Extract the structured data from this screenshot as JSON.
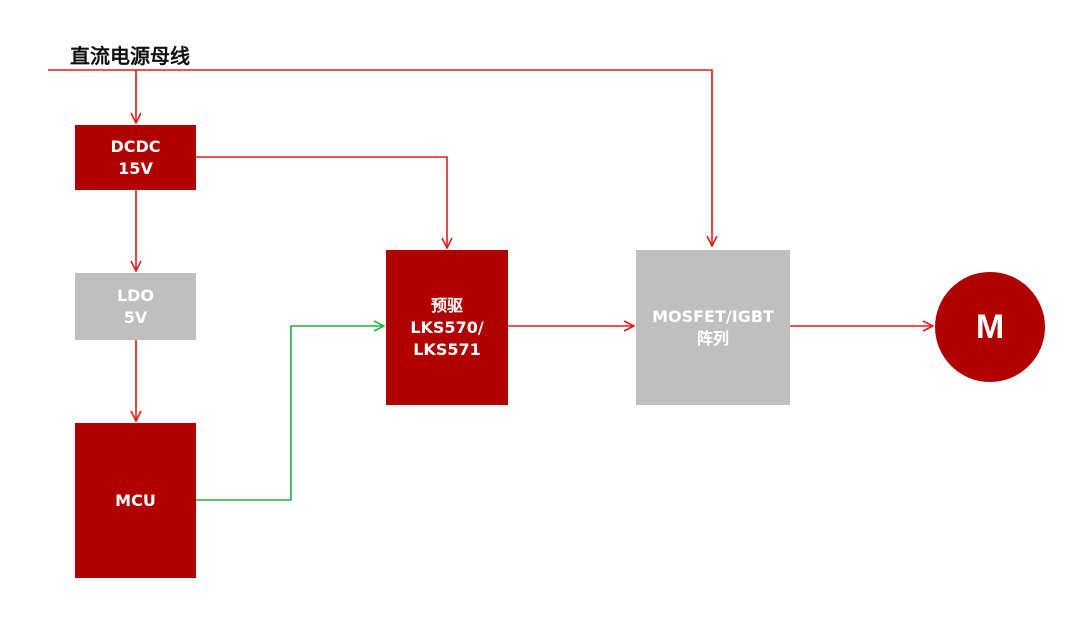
{
  "bus_label": "直流电源母线",
  "blocks": {
    "dcdc": {
      "line1": "DCDC",
      "line2": "15V"
    },
    "ldo": {
      "line1": "LDO",
      "line2": "5V"
    },
    "mcu": {
      "line1": "MCU"
    },
    "predriver": {
      "line1": "预驱",
      "line2": "LKS570/",
      "line3": "LKS571"
    },
    "mosfet": {
      "line1": "MOSFET/IGBT",
      "line2": "阵列"
    }
  },
  "motor": {
    "label": "M"
  },
  "colors": {
    "block_red": "#b00000",
    "block_gray": "#bfbfbf",
    "wire_red": "#e51c1c",
    "wire_green": "#1fb33d"
  }
}
